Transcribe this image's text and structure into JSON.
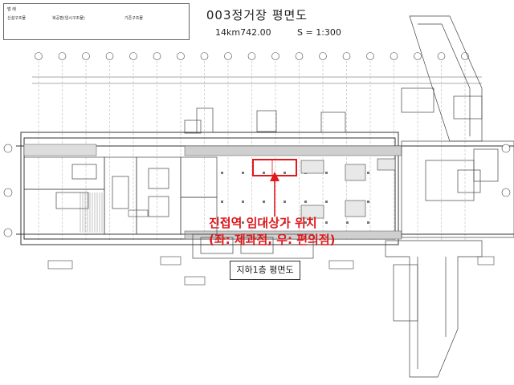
{
  "drawing": {
    "title": "003정거장 평면도",
    "station_chainage": "14km742.00",
    "scale": "S = 1:300",
    "floor_label": "지하1층 평면도"
  },
  "legend": {
    "header": "범 례",
    "item1": "신설구조물",
    "item2": "복공판(임시구조물)",
    "item3": "기존구조물"
  },
  "callout": {
    "line1": "진접역 임대상가 위치",
    "line2": "(좌: 제과점, 우: 편의점)",
    "color": "#e0191c"
  }
}
